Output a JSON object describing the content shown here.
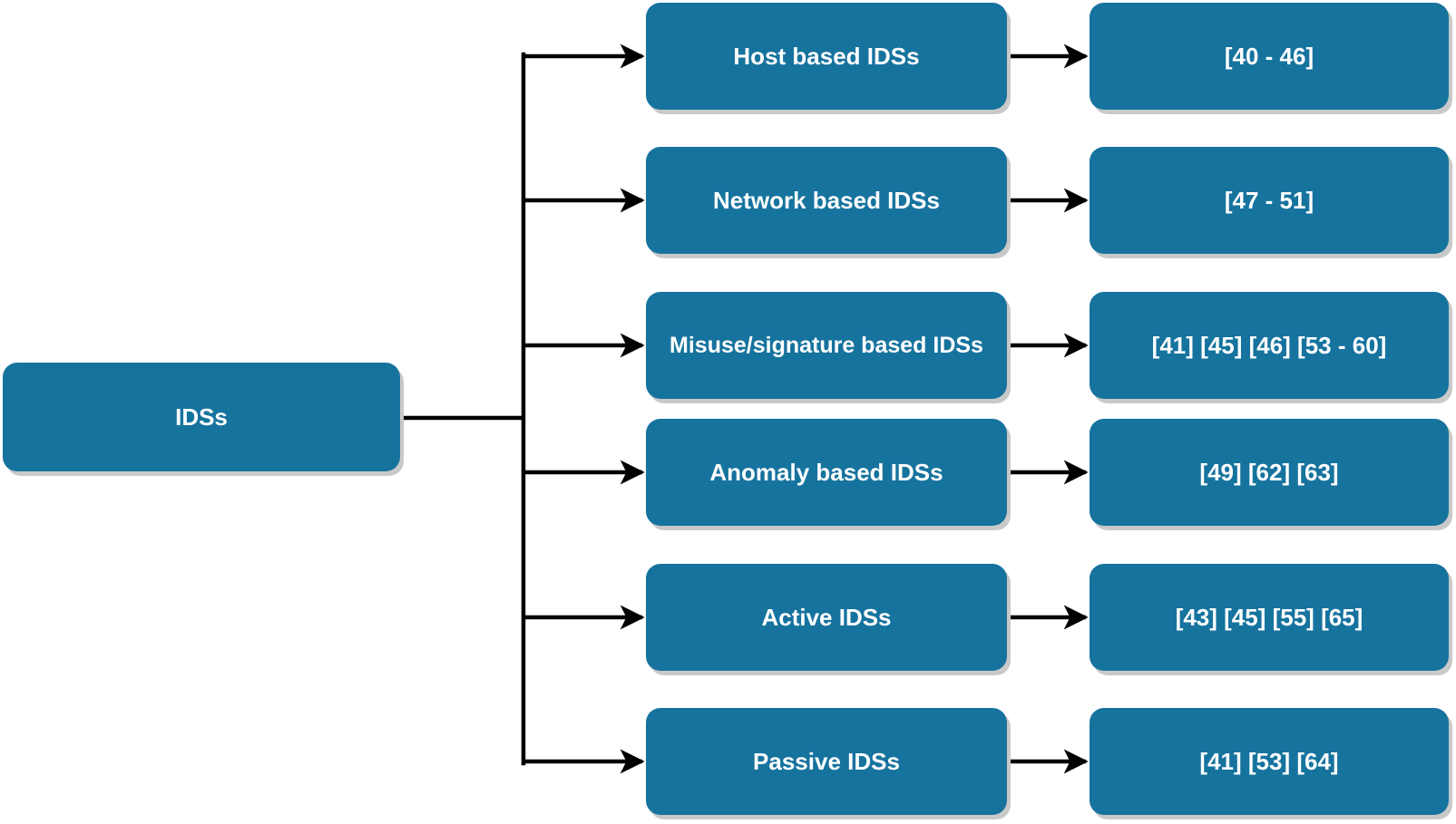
{
  "colors": {
    "node_fill": "#16739e",
    "node_text": "#ffffff",
    "connector": "#000000"
  },
  "root": {
    "label": "IDSs"
  },
  "categories": [
    {
      "label": "Host based IDSs",
      "refs": "[40 - 46]"
    },
    {
      "label": "Network based IDSs",
      "refs": "[47 - 51]"
    },
    {
      "label": "Misuse/signature based IDSs",
      "refs": "[41] [45] [46] [53 - 60]"
    },
    {
      "label": "Anomaly based IDSs",
      "refs": "[49] [62] [63]"
    },
    {
      "label": "Active IDSs",
      "refs": "[43] [45] [55] [65]"
    },
    {
      "label": "Passive IDSs",
      "refs": "[41] [53] [64]"
    }
  ]
}
